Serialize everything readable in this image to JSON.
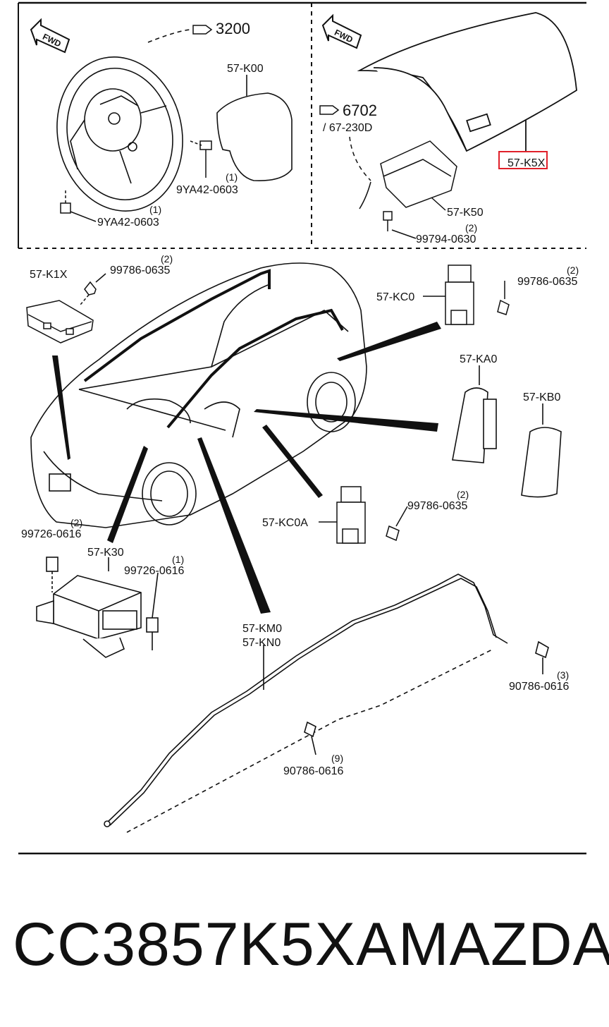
{
  "diagram": {
    "fwd_label": "FWD",
    "steering_wheel_ref": "3200",
    "driver_airbag": "57-K00",
    "driver_bolt": "9YA42-0603",
    "driver_bolt_qty": "(1)",
    "lower_bolt": "9YA42-0603",
    "lower_bolt_qty": "(1)",
    "dash_ref": "6702",
    "dash_ref_sub": "/ 67-230D",
    "dash_cover": "57-K5X",
    "passenger_airbag": "57-K50",
    "passenger_bolt": "99794-0630",
    "passenger_bolt_qty": "(2)",
    "sensor_front": "57-K1X",
    "sensor_front_bolt": "99786-0635",
    "sensor_front_bolt_qty": "(2)",
    "sensor_rear": "57-KC0",
    "sensor_rear_bolt": "99786-0635",
    "sensor_rear_bolt_qty": "(2)",
    "side_airbag_l": "57-KA0",
    "side_airbag_r": "57-KB0",
    "sensor_side": "57-KC0A",
    "sensor_side_bolt": "99786-0635",
    "sensor_side_bolt_qty": "(2)",
    "control_unit": "57-K30",
    "cu_bolt_top": "99726-0616",
    "cu_bolt_top_qty": "(2)",
    "cu_bolt_side": "99726-0616",
    "cu_bolt_side_qty": "(1)",
    "curtain_airbag_1": "57-KM0",
    "curtain_airbag_2": "57-KN0",
    "curtain_bolt_r": "90786-0616",
    "curtain_bolt_r_qty": "(3)",
    "curtain_bolt_b": "90786-0616",
    "curtain_bolt_b_qty": "(9)",
    "highlight_color": "#e0202a"
  },
  "footer": {
    "part_number": "CC3857K5XA",
    "brand": "MAZDA"
  }
}
